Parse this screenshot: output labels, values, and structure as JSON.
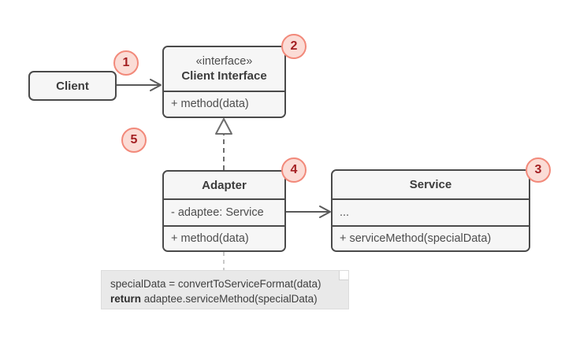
{
  "diagram": {
    "title": "Adapter design pattern UML class diagram",
    "colors": {
      "box_fill": "#f6f6f6",
      "box_border": "#4a4a4a",
      "note_fill": "#e9e9e9",
      "badge_fill": "#fbdcd6",
      "badge_border": "#f2897a",
      "badge_text": "#a31f22",
      "line": "#5a5a5a",
      "dashed_line": "#c9c9c9",
      "background": "#ffffff"
    },
    "client": {
      "name": "Client"
    },
    "client_interface": {
      "stereotype": "«interface»",
      "name": "Client Interface",
      "members": [
        "+ method(data)"
      ]
    },
    "adapter": {
      "name": "Adapter",
      "attributes": [
        "- adaptee: Service"
      ],
      "methods": [
        "+ method(data)"
      ]
    },
    "service": {
      "name": "Service",
      "attributes": [
        "..."
      ],
      "methods": [
        "+ serviceMethod(specialData)"
      ]
    },
    "note": {
      "line1": "specialData = convertToServiceFormat(data)",
      "line2_keyword": "return",
      "line2_rest": " adaptee.serviceMethod(specialData)"
    },
    "badges": [
      {
        "number": "1",
        "target": "client"
      },
      {
        "number": "2",
        "target": "client-interface"
      },
      {
        "number": "3",
        "target": "service"
      },
      {
        "number": "4",
        "target": "adapter"
      },
      {
        "number": "5",
        "target": "standalone"
      }
    ],
    "connectors": [
      {
        "name": "client-to-interface",
        "type": "association-arrow"
      },
      {
        "name": "adapter-implements-interface",
        "type": "realization-dashed-hollow-triangle"
      },
      {
        "name": "adapter-to-service",
        "type": "association-arrow"
      },
      {
        "name": "adapter-to-note",
        "type": "note-anchor-dashed"
      }
    ]
  }
}
